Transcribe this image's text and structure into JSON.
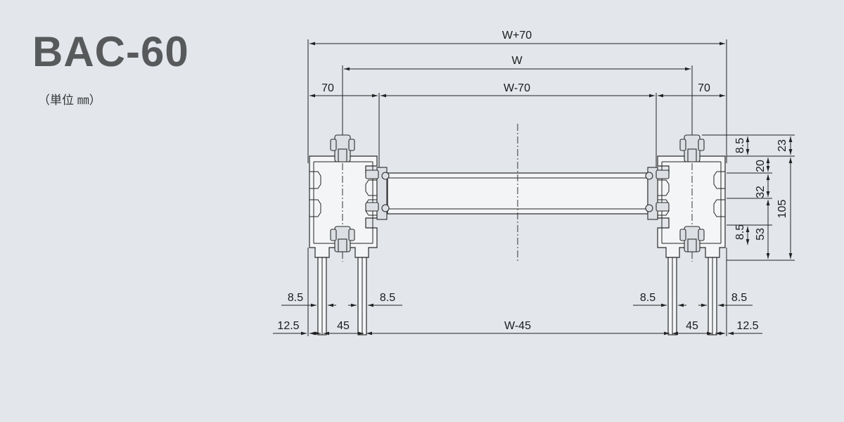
{
  "title": "BAC-60",
  "unit_note": "（単位 ㎜）",
  "dimensions": {
    "top": {
      "overall": "W+70",
      "between_centers": "W",
      "inner": "W-70",
      "left_offset": "70",
      "right_offset": "70"
    },
    "bottom": {
      "left_edge": "12.5",
      "left_leg_span": "45",
      "leg_inner": "W-45",
      "right_leg_span": "45",
      "right_edge": "12.5",
      "leg_width_1": "8.5",
      "leg_width_2": "8.5",
      "leg_width_3": "8.5",
      "leg_width_4": "8.5"
    },
    "right": {
      "bracket_top": "23",
      "bolt_top": "8.5",
      "slot_a": "20",
      "slot_b": "32",
      "bolt_bottom": "8.5",
      "lower_height": "53",
      "overall_height": "105"
    }
  },
  "colors": {
    "background": "#e3e7ec",
    "title": "#58595b",
    "line": "#222222"
  }
}
